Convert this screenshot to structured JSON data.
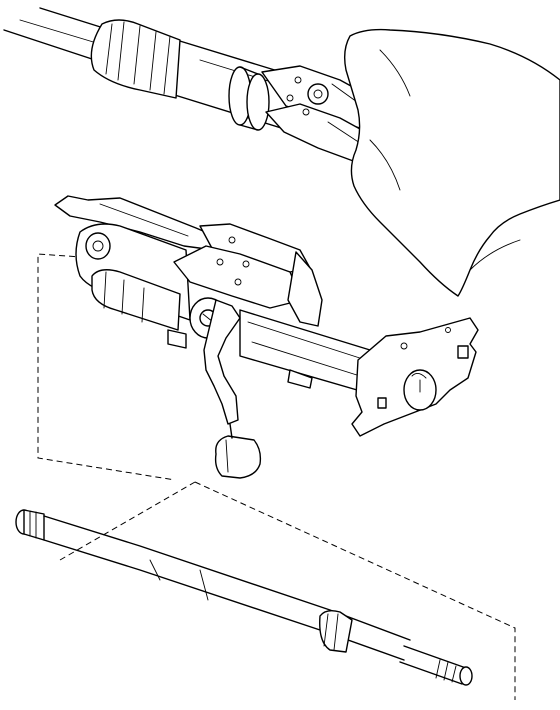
{
  "figure": {
    "colors": {
      "ink": "#000000",
      "paper": "#ffffff"
    },
    "parts": [
      "steering-shaft-with-clamp",
      "snap-ring-pliers",
      "hand",
      "steering-column-assembly",
      "tilt-lever",
      "intermediate-shaft"
    ]
  }
}
